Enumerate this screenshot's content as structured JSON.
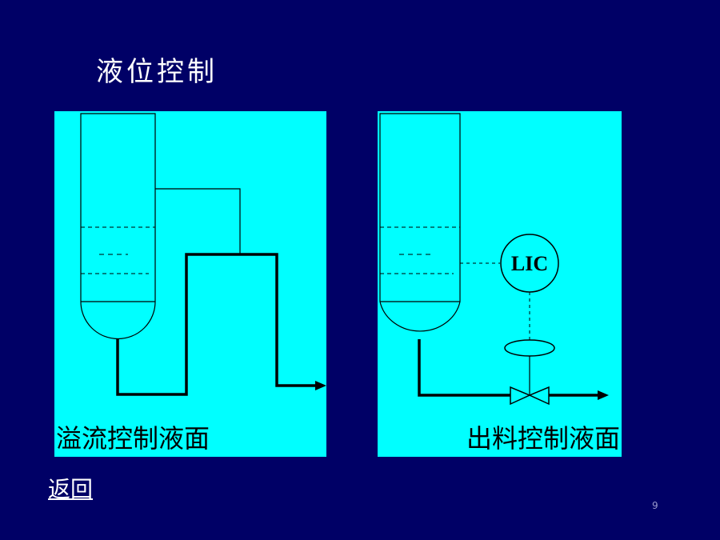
{
  "slide": {
    "title": "液位控制",
    "back_link": "返回",
    "page_number": "9"
  },
  "diagrams": {
    "left": {
      "caption": "溢流控制液面"
    },
    "right": {
      "caption": "出料控制液面",
      "controller_label": "LIC"
    }
  },
  "colors": {
    "background": "#000066",
    "panel": "#00ffff",
    "line": "#000000",
    "text_on_background": "#ffffff"
  }
}
